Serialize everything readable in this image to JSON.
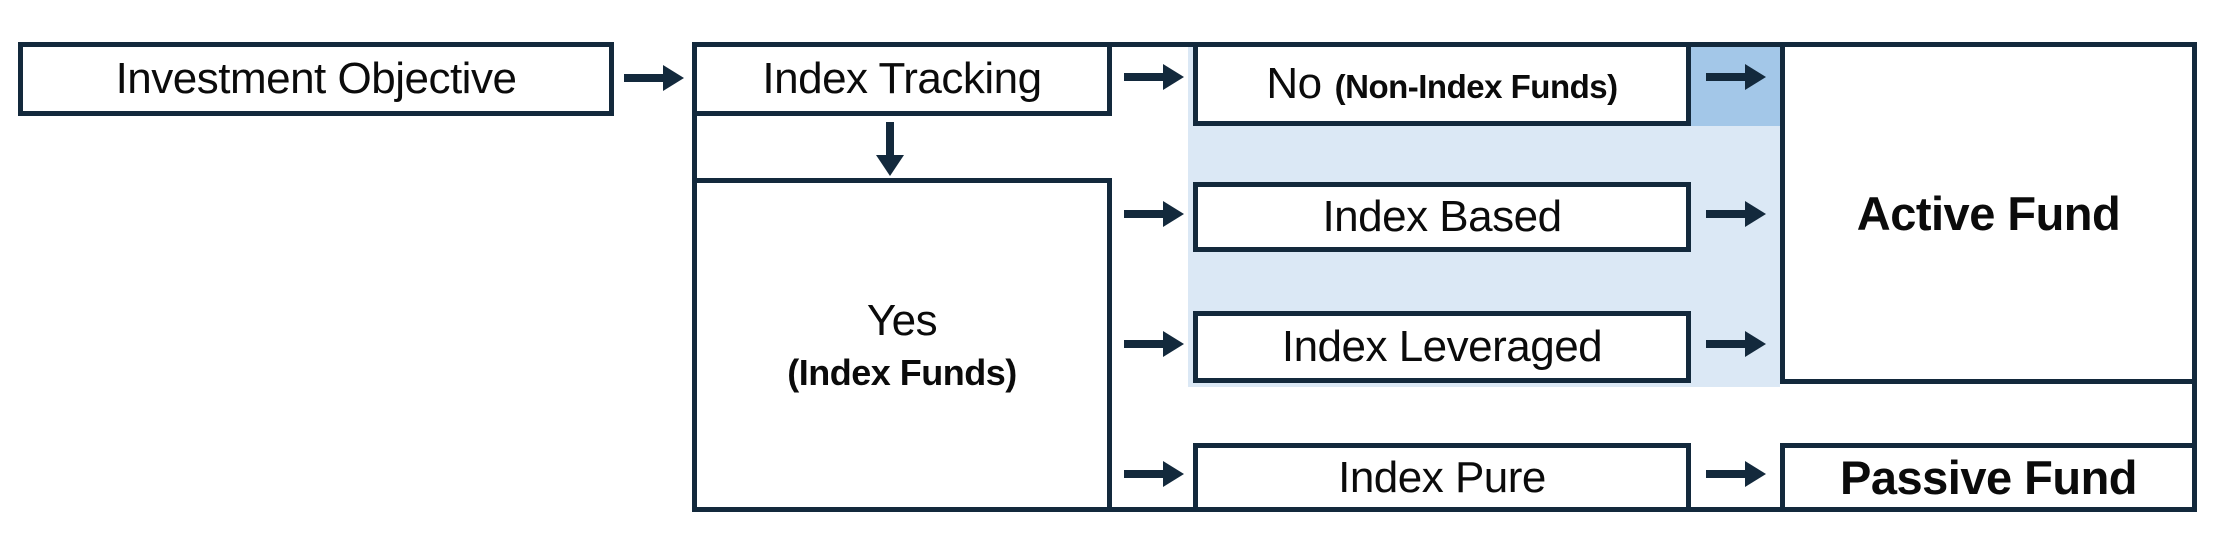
{
  "colors": {
    "border_navy": "#13293c",
    "highlight_light_blue": "#dbe8f5",
    "highlight_medium_blue": "#a3c7e8",
    "box_fill": "#ffffff",
    "text": "#0b0b0b"
  },
  "nodes": {
    "investment_objective": {
      "label": "Investment Objective"
    },
    "index_tracking": {
      "label": "Index Tracking"
    },
    "no_branch": {
      "label": "No",
      "sublabel": "(Non-Index Funds)"
    },
    "yes_branch": {
      "label": "Yes",
      "sublabel": "(Index Funds)"
    },
    "index_based": {
      "label": "Index Based"
    },
    "index_leveraged": {
      "label": "Index Leveraged"
    },
    "index_pure": {
      "label": "Index Pure"
    },
    "active_fund": {
      "label": "Active Fund"
    },
    "passive_fund": {
      "label": "Passive Fund"
    }
  }
}
